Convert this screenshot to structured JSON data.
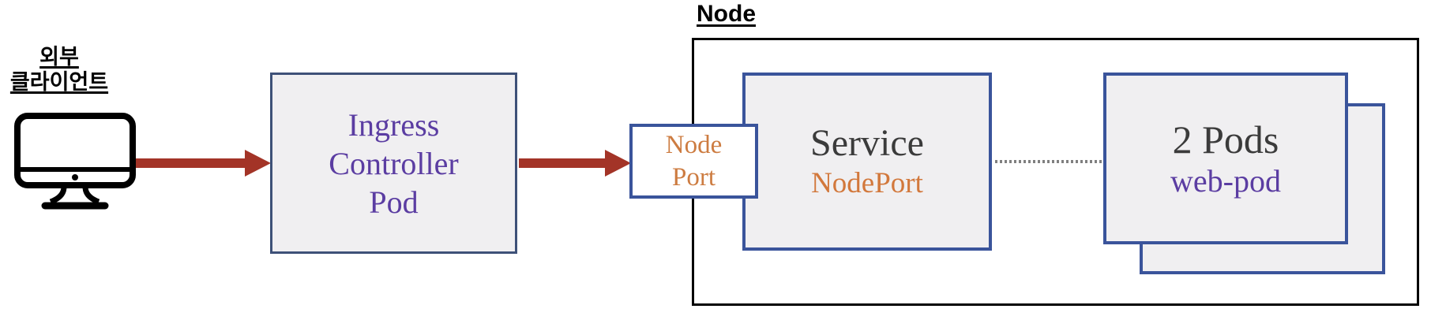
{
  "colors": {
    "arrow-red": "#a33427",
    "purple": "#5b3da2",
    "orange": "#cd7c41",
    "orange-bright": "#d2783c",
    "charcoal": "#3b3b3b",
    "box-fill": "#f0eff1",
    "border-blue": "#3a549b",
    "border-blue-muted": "#3e5178",
    "dotted-gray": "#7f7f7f"
  },
  "client": {
    "line1": "외부",
    "line2": "클라이언트"
  },
  "ingress": {
    "line1": "Ingress",
    "line2": "Controller",
    "line3": "Pod"
  },
  "node": {
    "title": "Node"
  },
  "nodeport": {
    "line1": "Node",
    "line2": "Port"
  },
  "service": {
    "title": "Service",
    "subtitle": "NodePort"
  },
  "pods": {
    "title": "2 Pods",
    "subtitle": "web-pod"
  }
}
